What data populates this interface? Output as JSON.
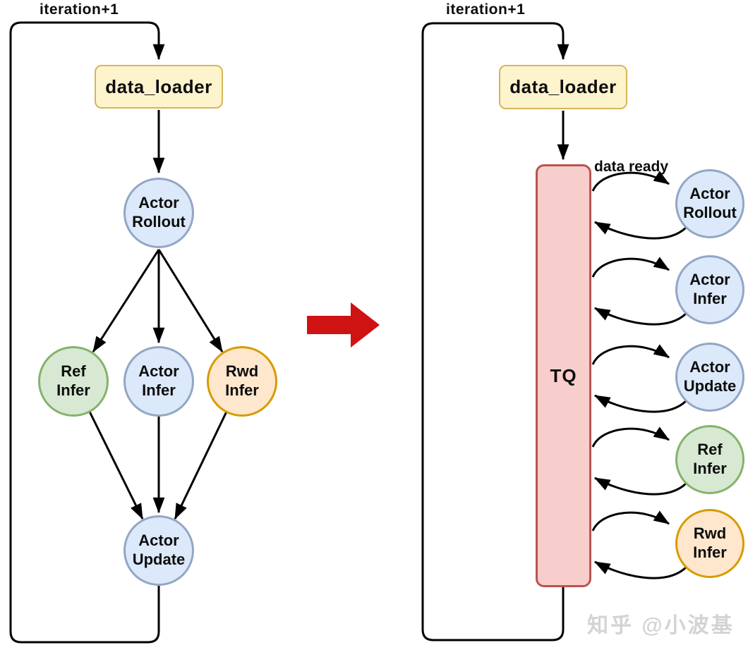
{
  "left_diagram": {
    "loop_label": "iteration+1",
    "nodes": {
      "data_loader": "data_loader",
      "actor_rollout": "Actor\nRollout",
      "ref_infer": "Ref\nInfer",
      "actor_infer": "Actor\nInfer",
      "rwd_infer": "Rwd\nInfer",
      "actor_update": "Actor\nUpdate"
    }
  },
  "right_diagram": {
    "loop_label": "iteration+1",
    "data_ready_label": "data ready",
    "nodes": {
      "data_loader": "data_loader",
      "task_queue": "TQ",
      "actor_rollout": "Actor\nRollout",
      "actor_infer": "Actor\nInfer",
      "actor_update": "Actor\nUpdate",
      "ref_infer": "Ref\nInfer",
      "rwd_infer": "Rwd\nInfer"
    }
  },
  "watermark": "知乎 @小波基",
  "colors": {
    "edge": "#000000",
    "yellow_fill": "#fdf3cd",
    "yellow_border": "#d6b656",
    "blue_fill": "#dbe9fa",
    "blue_border": "#93a6c4",
    "green_fill": "#d7e9d3",
    "green_border": "#85b369",
    "orange_fill": "#ffe7cd",
    "orange_border": "#d79b00",
    "pink_fill": "#f8cecc",
    "pink_border": "#b85450",
    "transform_arrow": "#cf1212",
    "watermark_color": "#d3d3d3"
  }
}
